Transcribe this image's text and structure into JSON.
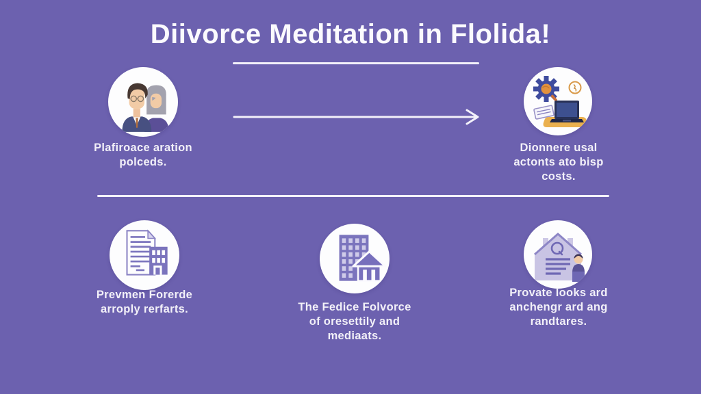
{
  "title": "Diivorce Meditation in Flolida!",
  "cards": {
    "top_left": {
      "icon": "couple-icon",
      "caption": "Plafiroace aration\npolceds."
    },
    "top_right": {
      "icon": "computer-gear-clock-icon",
      "caption": "Dionnere usal\nactonts ato bisp\ncosts."
    },
    "bottom_left": {
      "icon": "document-building-icon",
      "caption": "Prevmen Forerde\narroply rerfarts."
    },
    "bottom_center": {
      "icon": "office-building-house-icon",
      "caption": "The Fedice Folvorce\nof oresettily and\nmediaats."
    },
    "bottom_right": {
      "icon": "house-contract-person-icon",
      "caption": "Provate looks ard\nanchengr ard ang\nrandtares."
    }
  },
  "decorations": {
    "title_underline": "horizontal-line",
    "flow_arrow": "right-arrow",
    "section_divider": "horizontal-line"
  },
  "colors": {
    "background": "#6c61af",
    "text": "#f2f0f8",
    "circle": "#fdfdfe",
    "icon_purple": "#7b74bd",
    "icon_navy": "#2e3a63",
    "icon_orange": "#eab04e",
    "icon_skin": "#f2cba6",
    "icon_gray": "#a3a2ae"
  }
}
